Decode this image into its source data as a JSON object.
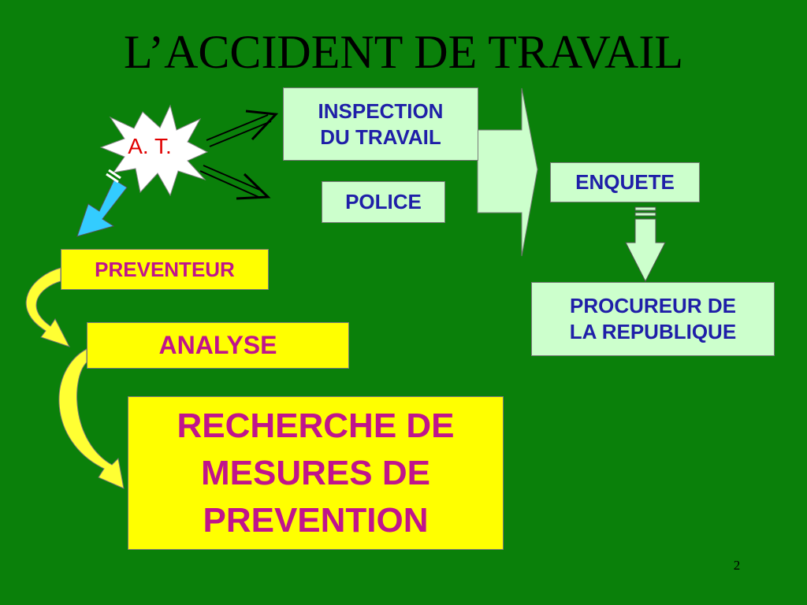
{
  "slide": {
    "title": "L’ACCIDENT DE TRAVAIL",
    "page_number": "2"
  },
  "at": {
    "label": "A. T."
  },
  "boxes": {
    "inspection": {
      "line1": "INSPECTION",
      "line2": "DU TRAVAIL"
    },
    "police": "POLICE",
    "enquete": "ENQUETE",
    "procureur": {
      "line1": "PROCUREUR DE",
      "line2": "LA REPUBLIQUE"
    },
    "preventeur": "PREVENTEUR",
    "analyse": "ANALYSE",
    "recherche": {
      "line1": "RECHERCHE DE",
      "line2": "MESURES DE",
      "line3": "PREVENTION"
    }
  },
  "colors": {
    "background": "#0a800a",
    "green_box": "#ccffcc",
    "green_text": "#1f1fa8",
    "yellow_box": "#ffff00",
    "magenta_text": "#c0148c",
    "at_text": "#e00000",
    "cyan_arrow": "#33ccff",
    "curved_arrow": "#ffff33"
  }
}
